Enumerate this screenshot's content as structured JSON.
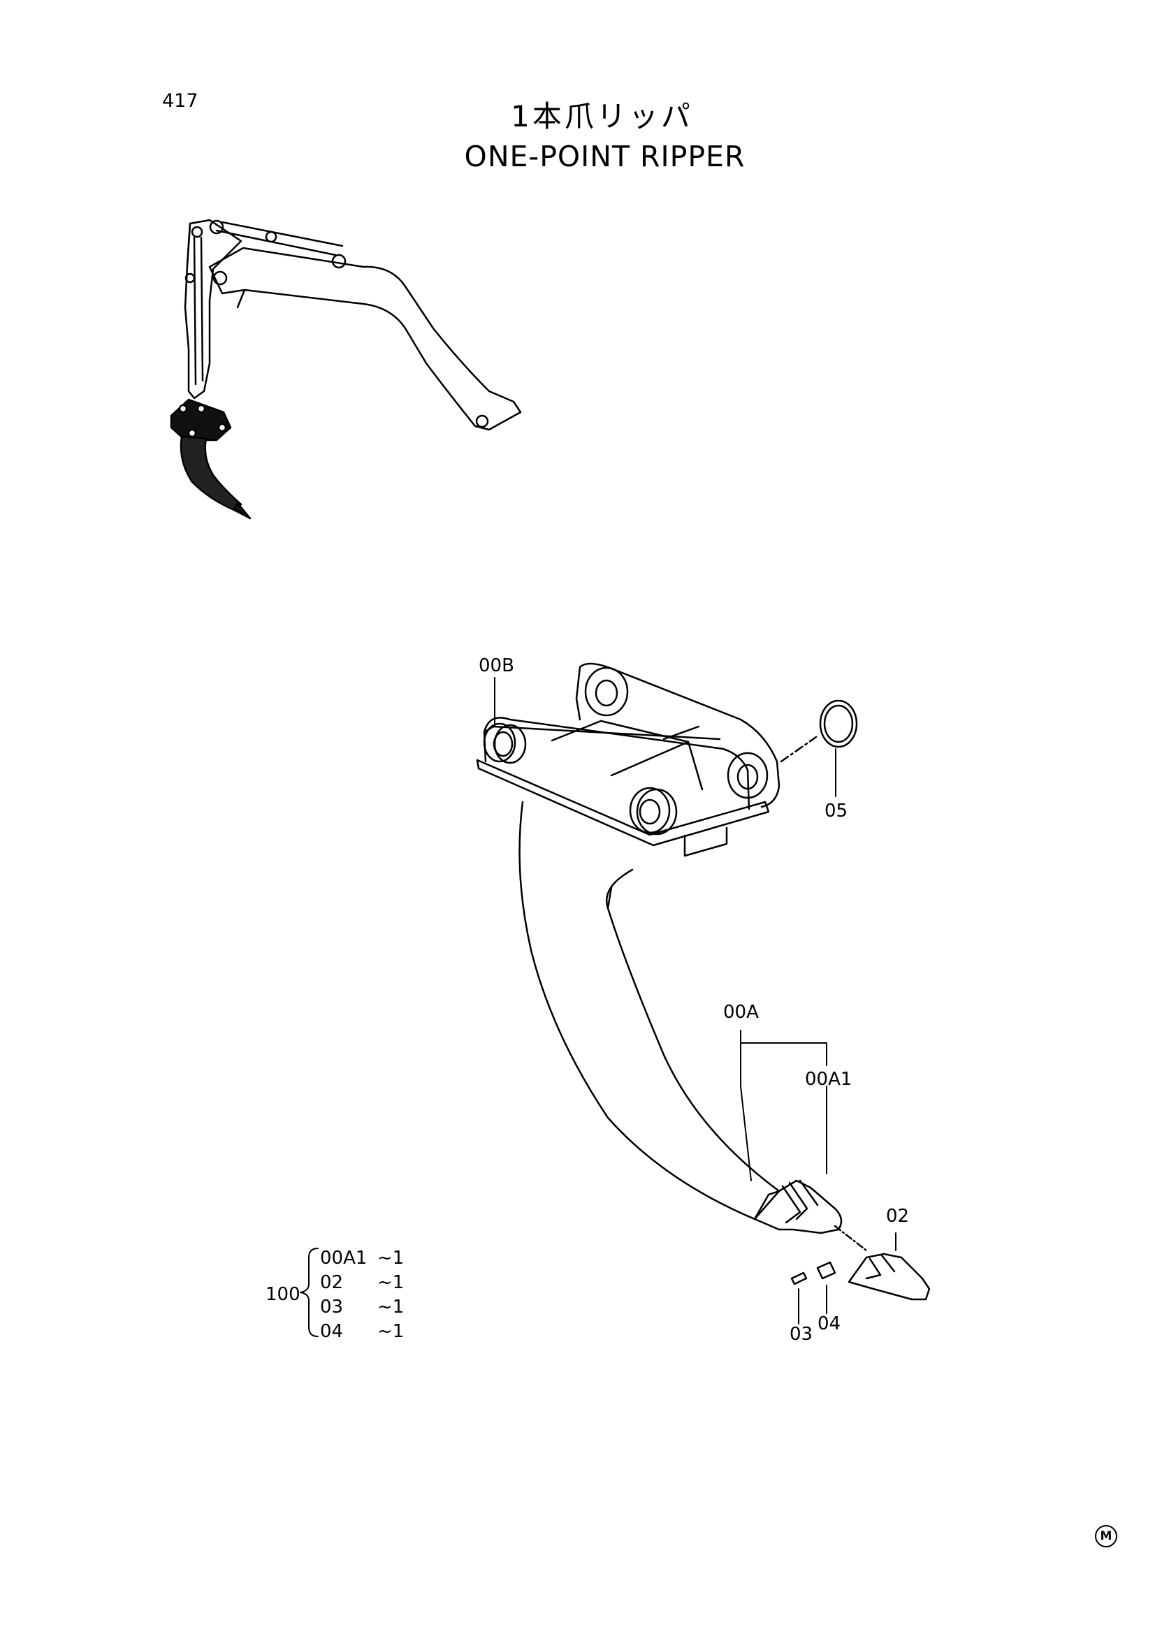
{
  "page_number": "417",
  "title_jp": "1本爪リッパ",
  "title_en": "ONE-POINT RIPPER",
  "parts": {
    "p00B": "00B",
    "p05": "05",
    "p00A": "00A",
    "p00A1": "00A1",
    "p02": "02",
    "p03": "03",
    "p04": "04"
  },
  "kit": {
    "number": "100",
    "items": [
      {
        "code": "00A1",
        "qty": "~1"
      },
      {
        "code": "02",
        "qty": "~1"
      },
      {
        "code": "03",
        "qty": "~1"
      },
      {
        "code": "04",
        "qty": "~1"
      }
    ]
  },
  "corner_mark": "M"
}
